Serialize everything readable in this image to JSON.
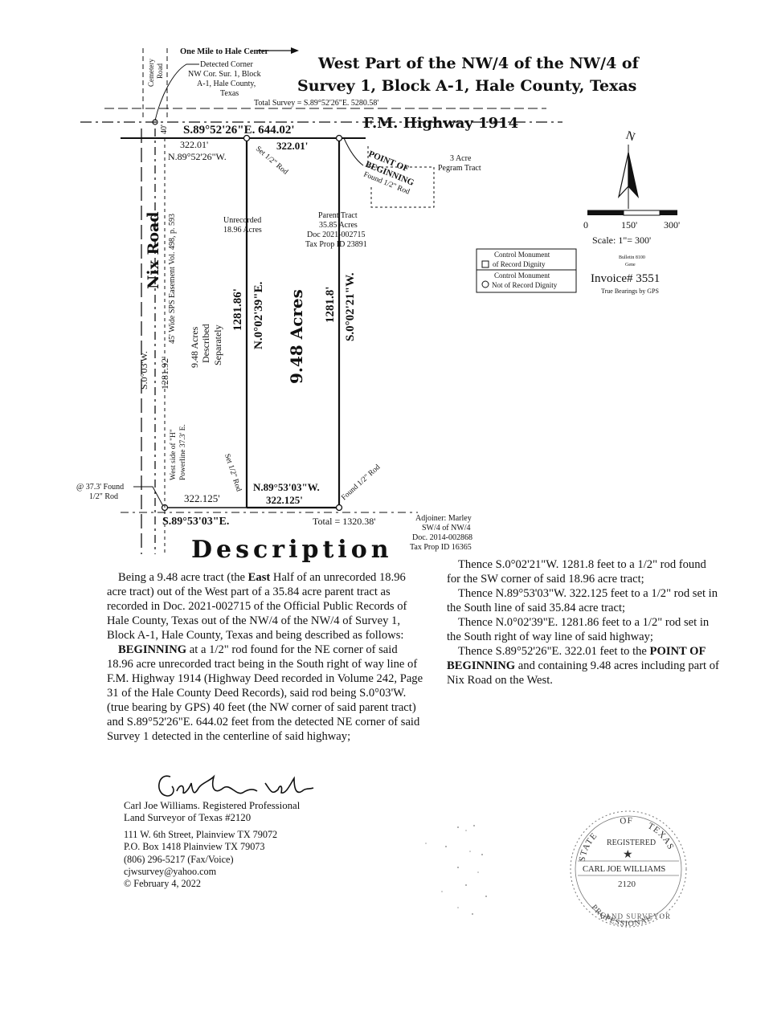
{
  "title": {
    "line1": "West Part of the NW/4 of the NW/4 of",
    "line2": "Survey 1, Block A-1, Hale County, Texas"
  },
  "plat": {
    "one_mile": "One Mile to Hale Center",
    "cemetery_road": [
      "Cemetery",
      "Road"
    ],
    "detected_corner": [
      "Detected Corner",
      "NW Cor. Sur. 1, Block",
      "A-1, Hale County,",
      "Texas"
    ],
    "total_survey": "Total Survey = S.89°52'26\"E. 5280.58'",
    "road_width_40": "40'",
    "north_bearing": "S.89°52'26\"E. 644.02'",
    "highway": "F.M. Highway 1914",
    "north_left_dist": "322.01'",
    "north_left_bearing": "N.89°52'26\"W.",
    "north_right_dist": "322.01'",
    "set_rod_ne": "Set 1/2\" Rod",
    "pob": [
      "POINT OF",
      "BEGINNING"
    ],
    "pob_found": "Found 1/2\" Rod",
    "pegram": [
      "3 Acre",
      "Pegram Tract"
    ],
    "unrecorded": [
      "Unrecorded",
      "18.96 Acres"
    ],
    "parent": [
      "Parent Tract",
      "35.85 Acres",
      "Doc 2021-002715",
      "Tax Prop ID 23891"
    ],
    "nix_road": "Nix Road",
    "easement": "45' Wide SPS Easement Vol. 498, p. 593",
    "west_bearing": "S.0°03'W.",
    "west_dist": "1281.92'",
    "powerline": [
      "West side of \"H\"",
      "Powerline 37.3' E."
    ],
    "described_separately": [
      "9.48 Acres",
      "Described",
      "Separately"
    ],
    "mid_dist": "1281.86'",
    "mid_bearing": "N.0°02'39\"E.",
    "acres_label": "9.48 Acres",
    "east_dist": "1281.8'",
    "east_bearing": "S.0°02'21\"W.",
    "found_rod_sw": [
      "@ 37.3' Found",
      "1/2\" Rod"
    ],
    "set_rod_sw": "Set 1/2\" Rod",
    "south_left_dist": "322.125'",
    "south_bearing": "N.89°53'03\"W.",
    "south_dist": "322.125'",
    "found_rod_se": "Found 1/2\" Rod",
    "south_total_bearing": "S.89°53'03\"E.",
    "total": "Total = 1320.38'",
    "adjoiner": [
      "Adjoiner: Marley",
      "SW/4 of NW/4",
      "Doc. 2014-002868",
      "Tax Prop ID 16365"
    ],
    "north_arrow": "N",
    "scale_ticks": [
      "0",
      "150'",
      "300'"
    ],
    "scale": "Scale:  1\"= 300'",
    "legend_record": "Control Monument",
    "legend_record_sub": "of Record Dignity",
    "legend_not": "Control Monument",
    "legend_not_sub": "Not of Record Dignity",
    "bulletin": [
      "Bulletin 8100",
      "Gene"
    ],
    "invoice": "Invoice# 3551",
    "true_bearings": "True Bearings by GPS"
  },
  "description": {
    "heading": "Description",
    "p1_a": "Being a 9.48 acre tract (the ",
    "p1_bold": "East",
    "p1_b": " Half of an unrecorded 18.96 acre tract) out of the West part of a 35.84 acre parent tract as recorded in Doc. 2021-002715 of the Official Public Records of Hale County, Texas out of the NW/4 of the NW/4 of Survey 1, Block A-1, Hale County, Texas and being described as follows:",
    "p2_bold": "BEGINNING",
    "p2_rest": " at a 1/2\" rod found for the NE corner of said 18.96 acre unrecorded tract being in the South right of way line of F.M. Highway 1914 (Highway Deed recorded in Volume 242, Page 31 of the Hale County Deed Records), said rod being S.0°03'W. (true bearing by GPS) 40 feet (the NW corner of said parent tract) and S.89°52'26\"E. 644.02 feet from the detected NE corner of said Survey 1 detected in the centerline of said highway;",
    "c1": "Thence S.0°02'21\"W. 1281.8 feet to a 1/2\" rod found for the SW corner of said 18.96 acre tract;",
    "c2": "Thence N.89°53'03\"W. 322.125 feet to a 1/2\" rod set in the South line of said 35.84 acre tract;",
    "c3": "Thence N.0°02'39\"E. 1281.86 feet to a 1/2\" rod set in the South right of way line of said highway;",
    "c4_a": "Thence S.89°52'26\"E. 322.01 feet to the ",
    "c4_bold": "POINT OF BEGINNING",
    "c4_b": " and containing 9.48 acres including part of Nix Road on the West."
  },
  "surveyor": {
    "signature": "Carl Joe Williams",
    "line1": "Carl Joe Williams. Registered Professional",
    "line2": "Land Surveyor of Texas  #2120",
    "line3": "111 W. 6th Street, Plainview TX 79072",
    "line4": "P.O. Box 1418 Plainview TX 79073",
    "line5": "(806) 296-5217 (Fax/Voice)",
    "line6": "cjwsurvey@yahoo.com",
    "line7": "© February 4, 2022"
  },
  "seal": {
    "state": "STATE",
    "of": "OF",
    "texas": "TEXAS",
    "registered": "REGISTERED",
    "name": "CARL JOE WILLIAMS",
    "number": "2120",
    "professional": "PROFESSIONAL",
    "land_surveyor": "LAND SURVEYOR"
  }
}
